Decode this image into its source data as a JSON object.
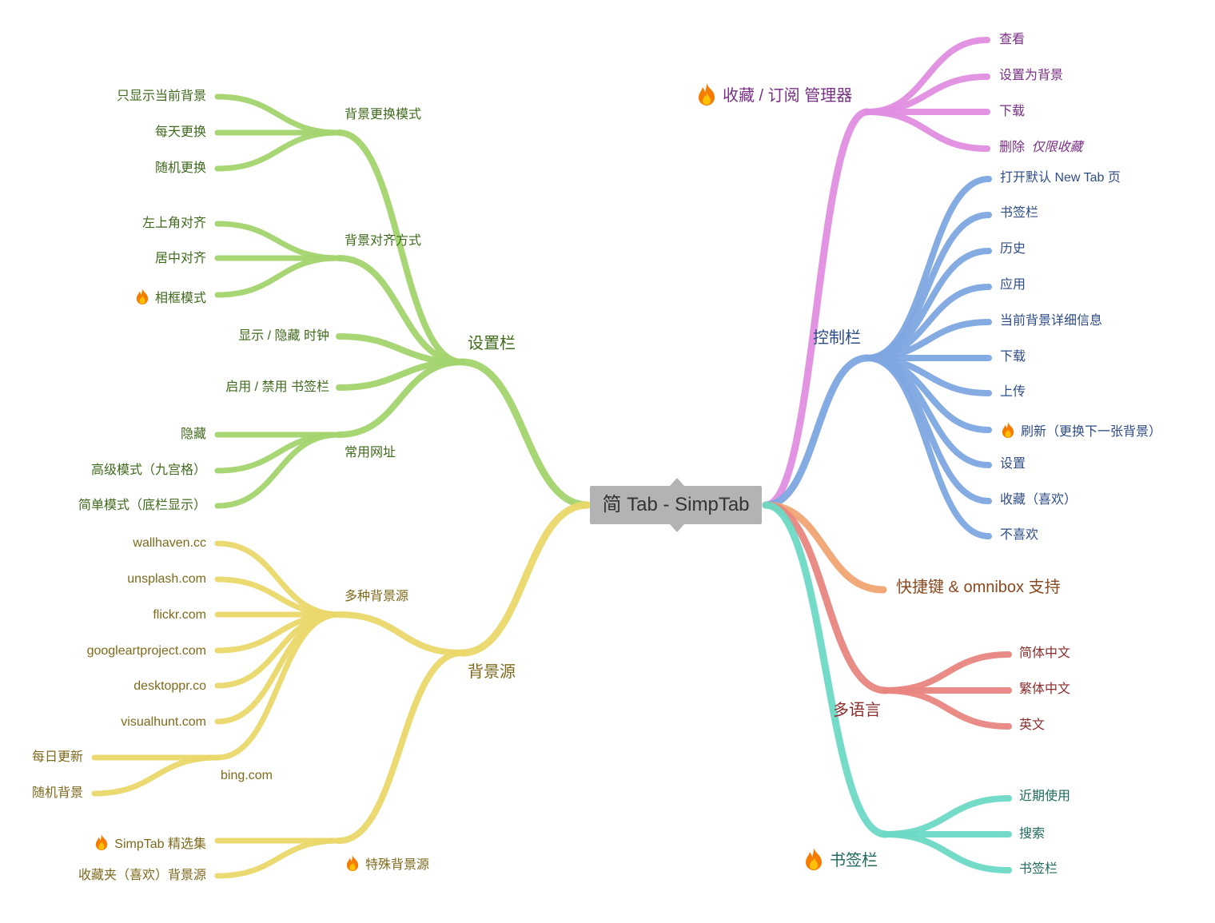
{
  "root": "简 Tab - SimpTab",
  "colors": {
    "purple": "#e08ee2",
    "blue": "#7ea7e2",
    "green": "#a3d46e",
    "yellow": "#ead86a",
    "orange": "#f0a473",
    "red": "#e8857f",
    "teal": "#6cd9c4",
    "root": "#b3b3b3"
  },
  "icons": {
    "fire": "fire-icon"
  },
  "right": {
    "favorites": {
      "title": "收藏 / 订阅 管理器",
      "items": [
        "查看",
        "设置为背景",
        "下载"
      ],
      "delete_label": "删除",
      "delete_note": "仅限收藏"
    },
    "control": {
      "title": "控制栏",
      "items": [
        "打开默认 New Tab 页",
        "书签栏",
        "历史",
        "应用",
        "当前背景详细信息",
        "下载",
        "上传",
        "刷新（更换下一张背景）",
        "设置",
        "收藏（喜欢）",
        "不喜欢"
      ]
    },
    "shortcut": {
      "title": "快捷键 & omnibox 支持"
    },
    "language": {
      "title": "多语言",
      "items": [
        "简体中文",
        "繁体中文",
        "英文"
      ]
    },
    "bookmarks": {
      "title": "书签栏",
      "items": [
        "近期使用",
        "搜索",
        "书签栏"
      ]
    }
  },
  "left": {
    "settings": {
      "title": "设置栏",
      "bg_mode": {
        "title": "背景更换模式",
        "items": [
          "只显示当前背景",
          "每天更换",
          "随机更换"
        ]
      },
      "bg_align": {
        "title": "背景对齐方式",
        "items": [
          "左上角对齐",
          "居中对齐",
          "相框模式"
        ]
      },
      "toggles": [
        "显示 / 隐藏 时钟",
        "启用 / 禁用 书签栏"
      ],
      "common_sites": {
        "title": "常用网址",
        "items": [
          "隐藏",
          "高级模式（九宫格）",
          "简单模式（底栏显示）"
        ]
      }
    },
    "sources": {
      "title": "背景源",
      "multi": {
        "title": "多种背景源",
        "items": [
          "wallhaven.cc",
          "unsplash.com",
          "flickr.com",
          "googleartproject.com",
          "desktoppr.co",
          "visualhunt.com"
        ]
      },
      "bing": {
        "title": "bing.com",
        "items": [
          "每日更新",
          "随机背景"
        ]
      },
      "special": {
        "title": "特殊背景源",
        "items": [
          "SimpTab 精选集",
          "收藏夹（喜欢）背景源"
        ]
      }
    }
  }
}
